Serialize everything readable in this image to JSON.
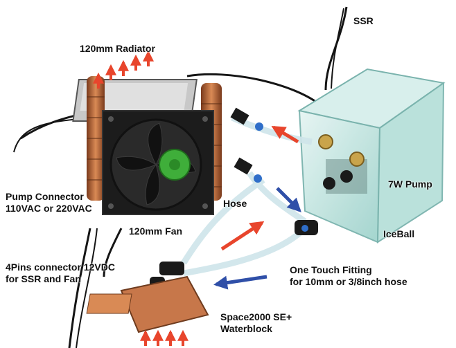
{
  "labels": {
    "radiator": "120mm Radiator",
    "ssr": "SSR",
    "pump_connector": [
      "Pump Connector",
      "110VAC or 220VAC"
    ],
    "fan": "120mm Fan",
    "hose": "Hose",
    "pump": "7W Pump",
    "iceball": "IceBall",
    "pins_connector": [
      "4Pins connector 12VDC",
      "for SSR and Fan"
    ],
    "fitting": [
      "One Touch Fitting",
      "for 10mm or 3/8inch hose"
    ],
    "waterblock": [
      "Space2000 SE+",
      "Waterblock"
    ]
  },
  "colors": {
    "hot_arrow": "#e8452c",
    "cold_arrow": "#2f4fa8",
    "copper": "#b8663a",
    "acrylic": "#bfe3df",
    "fan_frame": "#1c1c1c",
    "fan_sticker": "#3fae3a"
  }
}
